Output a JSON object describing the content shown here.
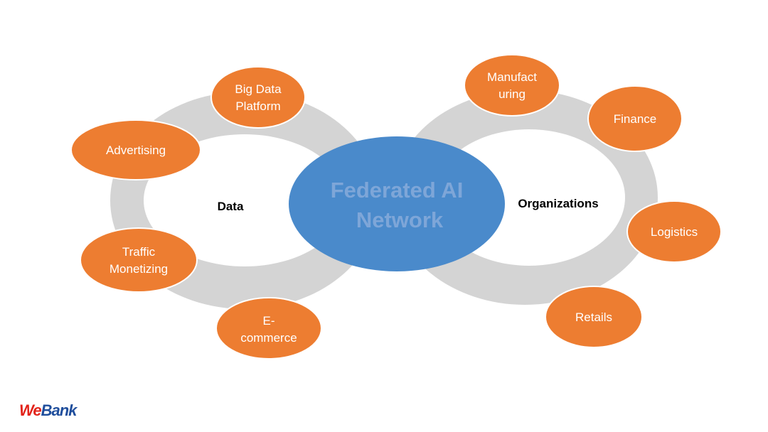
{
  "center": {
    "lines": [
      "Federated AI",
      "Network"
    ],
    "fill": "#4a8acb",
    "text_color": "#7ea6d8"
  },
  "rings": {
    "color": "#d4d4d4",
    "left_label": "Data",
    "right_label": "Organizations"
  },
  "node_color": "#ed7d31",
  "data_nodes": [
    {
      "id": "big-data-platform",
      "lines": [
        "Big Data",
        "Platform"
      ]
    },
    {
      "id": "advertising",
      "lines": [
        "Advertising"
      ]
    },
    {
      "id": "traffic-monetizing",
      "lines": [
        "Traffic",
        "Monetizing"
      ]
    },
    {
      "id": "e-commerce",
      "lines": [
        "E-",
        "commerce"
      ]
    }
  ],
  "organization_nodes": [
    {
      "id": "manufacturing",
      "lines": [
        "Manufact",
        "uring"
      ]
    },
    {
      "id": "finance",
      "lines": [
        "Finance"
      ]
    },
    {
      "id": "logistics",
      "lines": [
        "Logistics"
      ]
    },
    {
      "id": "retails",
      "lines": [
        "Retails"
      ]
    }
  ],
  "logo": {
    "part1": "We",
    "part2": "Bank"
  }
}
